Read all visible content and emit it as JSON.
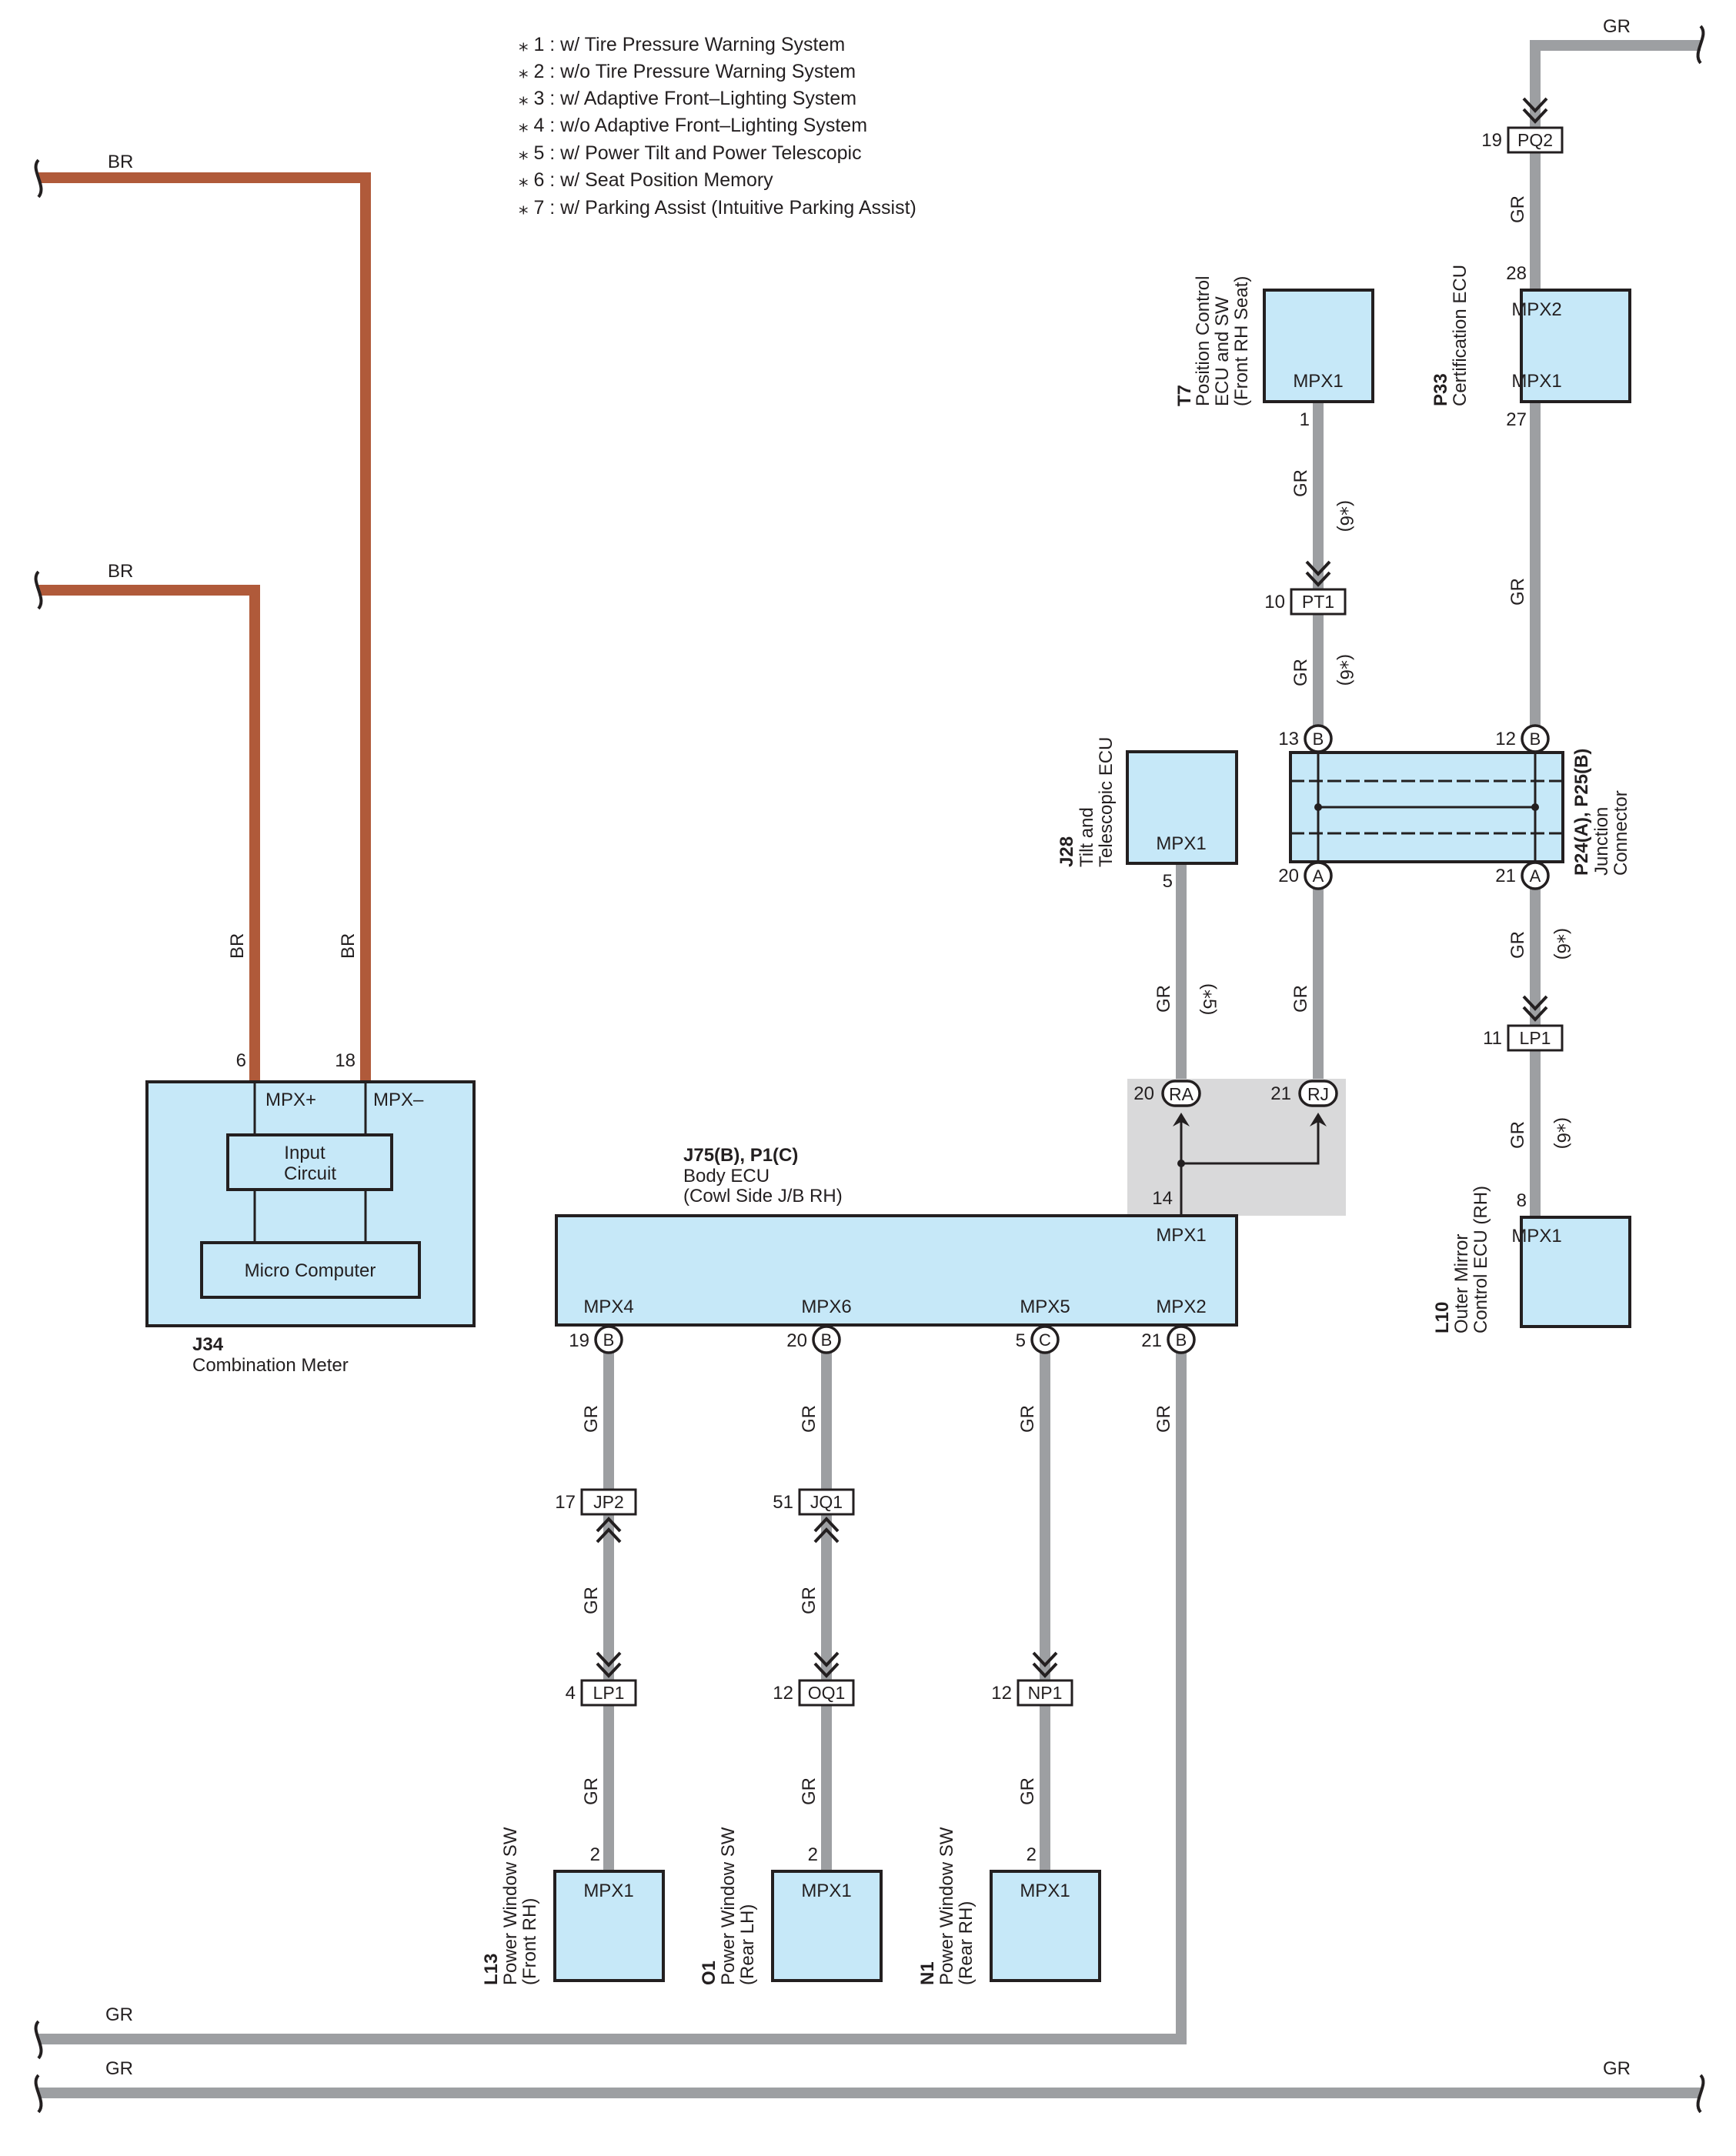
{
  "notes": [
    "⁎ 1 : w/ Tire Pressure Warning System",
    "⁎ 2 : w/o Tire Pressure Warning System",
    "⁎ 3 : w/ Adaptive Front–Lighting System",
    "⁎ 4 : w/o Adaptive Front–Lighting System",
    "⁎ 5 : w/ Power Tilt and Power Telescopic",
    "⁎ 6 : w/ Seat Position Memory",
    "⁎ 7 : w/ Parking Assist (Intuitive Parking Assist)"
  ],
  "colors": {
    "wire_gr": "#9d9fa2",
    "wire_br": "#b05a3a",
    "component_fill": "#c6e8f8",
    "splice_shade": "#d9d9da"
  },
  "wire_codes": {
    "gr": "GR",
    "br": "BR"
  },
  "combination_meter": {
    "code": "J34",
    "name": "Combination Meter",
    "pin_plus": "6",
    "pin_minus": "18",
    "term_plus": "MPX+",
    "term_minus": "MPX–",
    "input_circuit_1": "Input",
    "input_circuit_2": "Circuit",
    "micro_computer": "Micro Computer"
  },
  "body_ecu": {
    "code": "J75(B), P1(C)",
    "name_1": "Body ECU",
    "name_2": "(Cowl Side J/B RH)",
    "term_top": "MPX1",
    "pin_top": "14",
    "terms_bottom": [
      {
        "term": "MPX4",
        "pin": "19",
        "conn": "B"
      },
      {
        "term": "MPX6",
        "pin": "20",
        "conn": "B"
      },
      {
        "term": "MPX5",
        "pin": "5",
        "conn": "C"
      },
      {
        "term": "MPX2",
        "pin": "21",
        "conn": "B"
      }
    ]
  },
  "splice": {
    "ra": {
      "label": "RA",
      "pin": "20"
    },
    "rj": {
      "label": "RJ",
      "pin": "21"
    }
  },
  "tilt_ecu": {
    "code": "J28",
    "name_1": "Tilt and",
    "name_2": "Telescopic ECU",
    "term": "MPX1",
    "pin": "5",
    "note": "(⁎5)"
  },
  "position_ecu": {
    "code": "T7",
    "name_1": "Position Control",
    "name_2": "ECU and SW",
    "name_3": "(Front RH Seat)",
    "term": "MPX1",
    "pin": "1",
    "note": "(⁎6)"
  },
  "cert_ecu": {
    "code": "P33",
    "name": "Certification ECU",
    "term_top": "MPX2",
    "term_bottom": "MPX1",
    "pin_top": "28",
    "pin_bottom": "27"
  },
  "junction": {
    "code": "P24(A), P25(B)",
    "name_1": "Junction",
    "name_2": "Connector",
    "pins": [
      {
        "pin": "13",
        "letter": "B"
      },
      {
        "pin": "12",
        "letter": "B"
      },
      {
        "pin": "20",
        "letter": "A"
      },
      {
        "pin": "21",
        "letter": "A"
      }
    ]
  },
  "mirror_ecu": {
    "code": "L10",
    "name_1": "Outer Mirror",
    "name_2": "Control ECU (RH)",
    "term": "MPX1",
    "pin": "8",
    "note": "(⁎6)"
  },
  "connectors": {
    "pq2": {
      "label": "PQ2",
      "pin": "19"
    },
    "pt1": {
      "label": "PT1",
      "pin": "10"
    },
    "lp1_top": {
      "label": "LP1",
      "pin": "11"
    },
    "jp2": {
      "label": "JP2",
      "pin": "17"
    },
    "jq1": {
      "label": "JQ1",
      "pin": "51"
    },
    "lp1_bottom": {
      "label": "LP1",
      "pin": "4"
    },
    "oq1": {
      "label": "OQ1",
      "pin": "12"
    },
    "np1": {
      "label": "NP1",
      "pin": "12"
    }
  },
  "power_windows": [
    {
      "code": "L13",
      "name_1": "Power Window SW",
      "name_2": "(Front RH)",
      "term": "MPX1",
      "pin": "2"
    },
    {
      "code": "O1",
      "name_1": "Power Window SW",
      "name_2": "(Rear LH)",
      "term": "MPX1",
      "pin": "2"
    },
    {
      "code": "N1",
      "name_1": "Power Window SW",
      "name_2": "(Rear RH)",
      "term": "MPX1",
      "pin": "2"
    }
  ]
}
